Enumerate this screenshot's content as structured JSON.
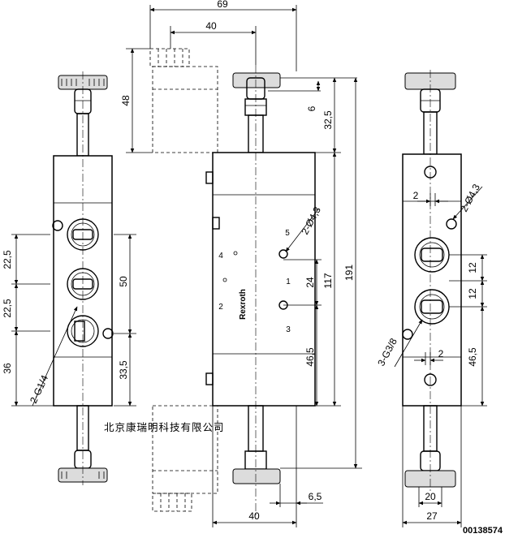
{
  "left_view": {
    "dim_22_5_top": "22,5",
    "dim_22_5_mid": "22,5",
    "dim_36": "36",
    "dim_50": "50",
    "dim_33_5": "33,5",
    "port_label": "2-G1/4"
  },
  "center_view": {
    "dim_69": "69",
    "dim_40_top": "40",
    "dim_48": "48",
    "dim_6": "6",
    "dim_32_5": "32,5",
    "dim_191": "191",
    "dim_117": "117",
    "dim_24": "24",
    "dim_46_5": "46,5",
    "dim_6_5": "6,5",
    "dim_40_bottom": "40",
    "hole_label": "2-Ø4,3",
    "port_5": "5",
    "port_4": "4",
    "port_1": "1",
    "port_2": "2",
    "port_3": "3",
    "brand": "Rexroth"
  },
  "right_view": {
    "dim_2_top": "2",
    "hole_label": "2-Ø4,3",
    "dim_12_top": "12",
    "dim_12_bottom": "12",
    "port_label": "3-G3/8",
    "dim_2_bottom": "2",
    "dim_46_5": "46,5",
    "dim_20": "20",
    "dim_27": "27"
  },
  "watermark": "北京康瑞明科技有限公司",
  "part_number": "00138574"
}
